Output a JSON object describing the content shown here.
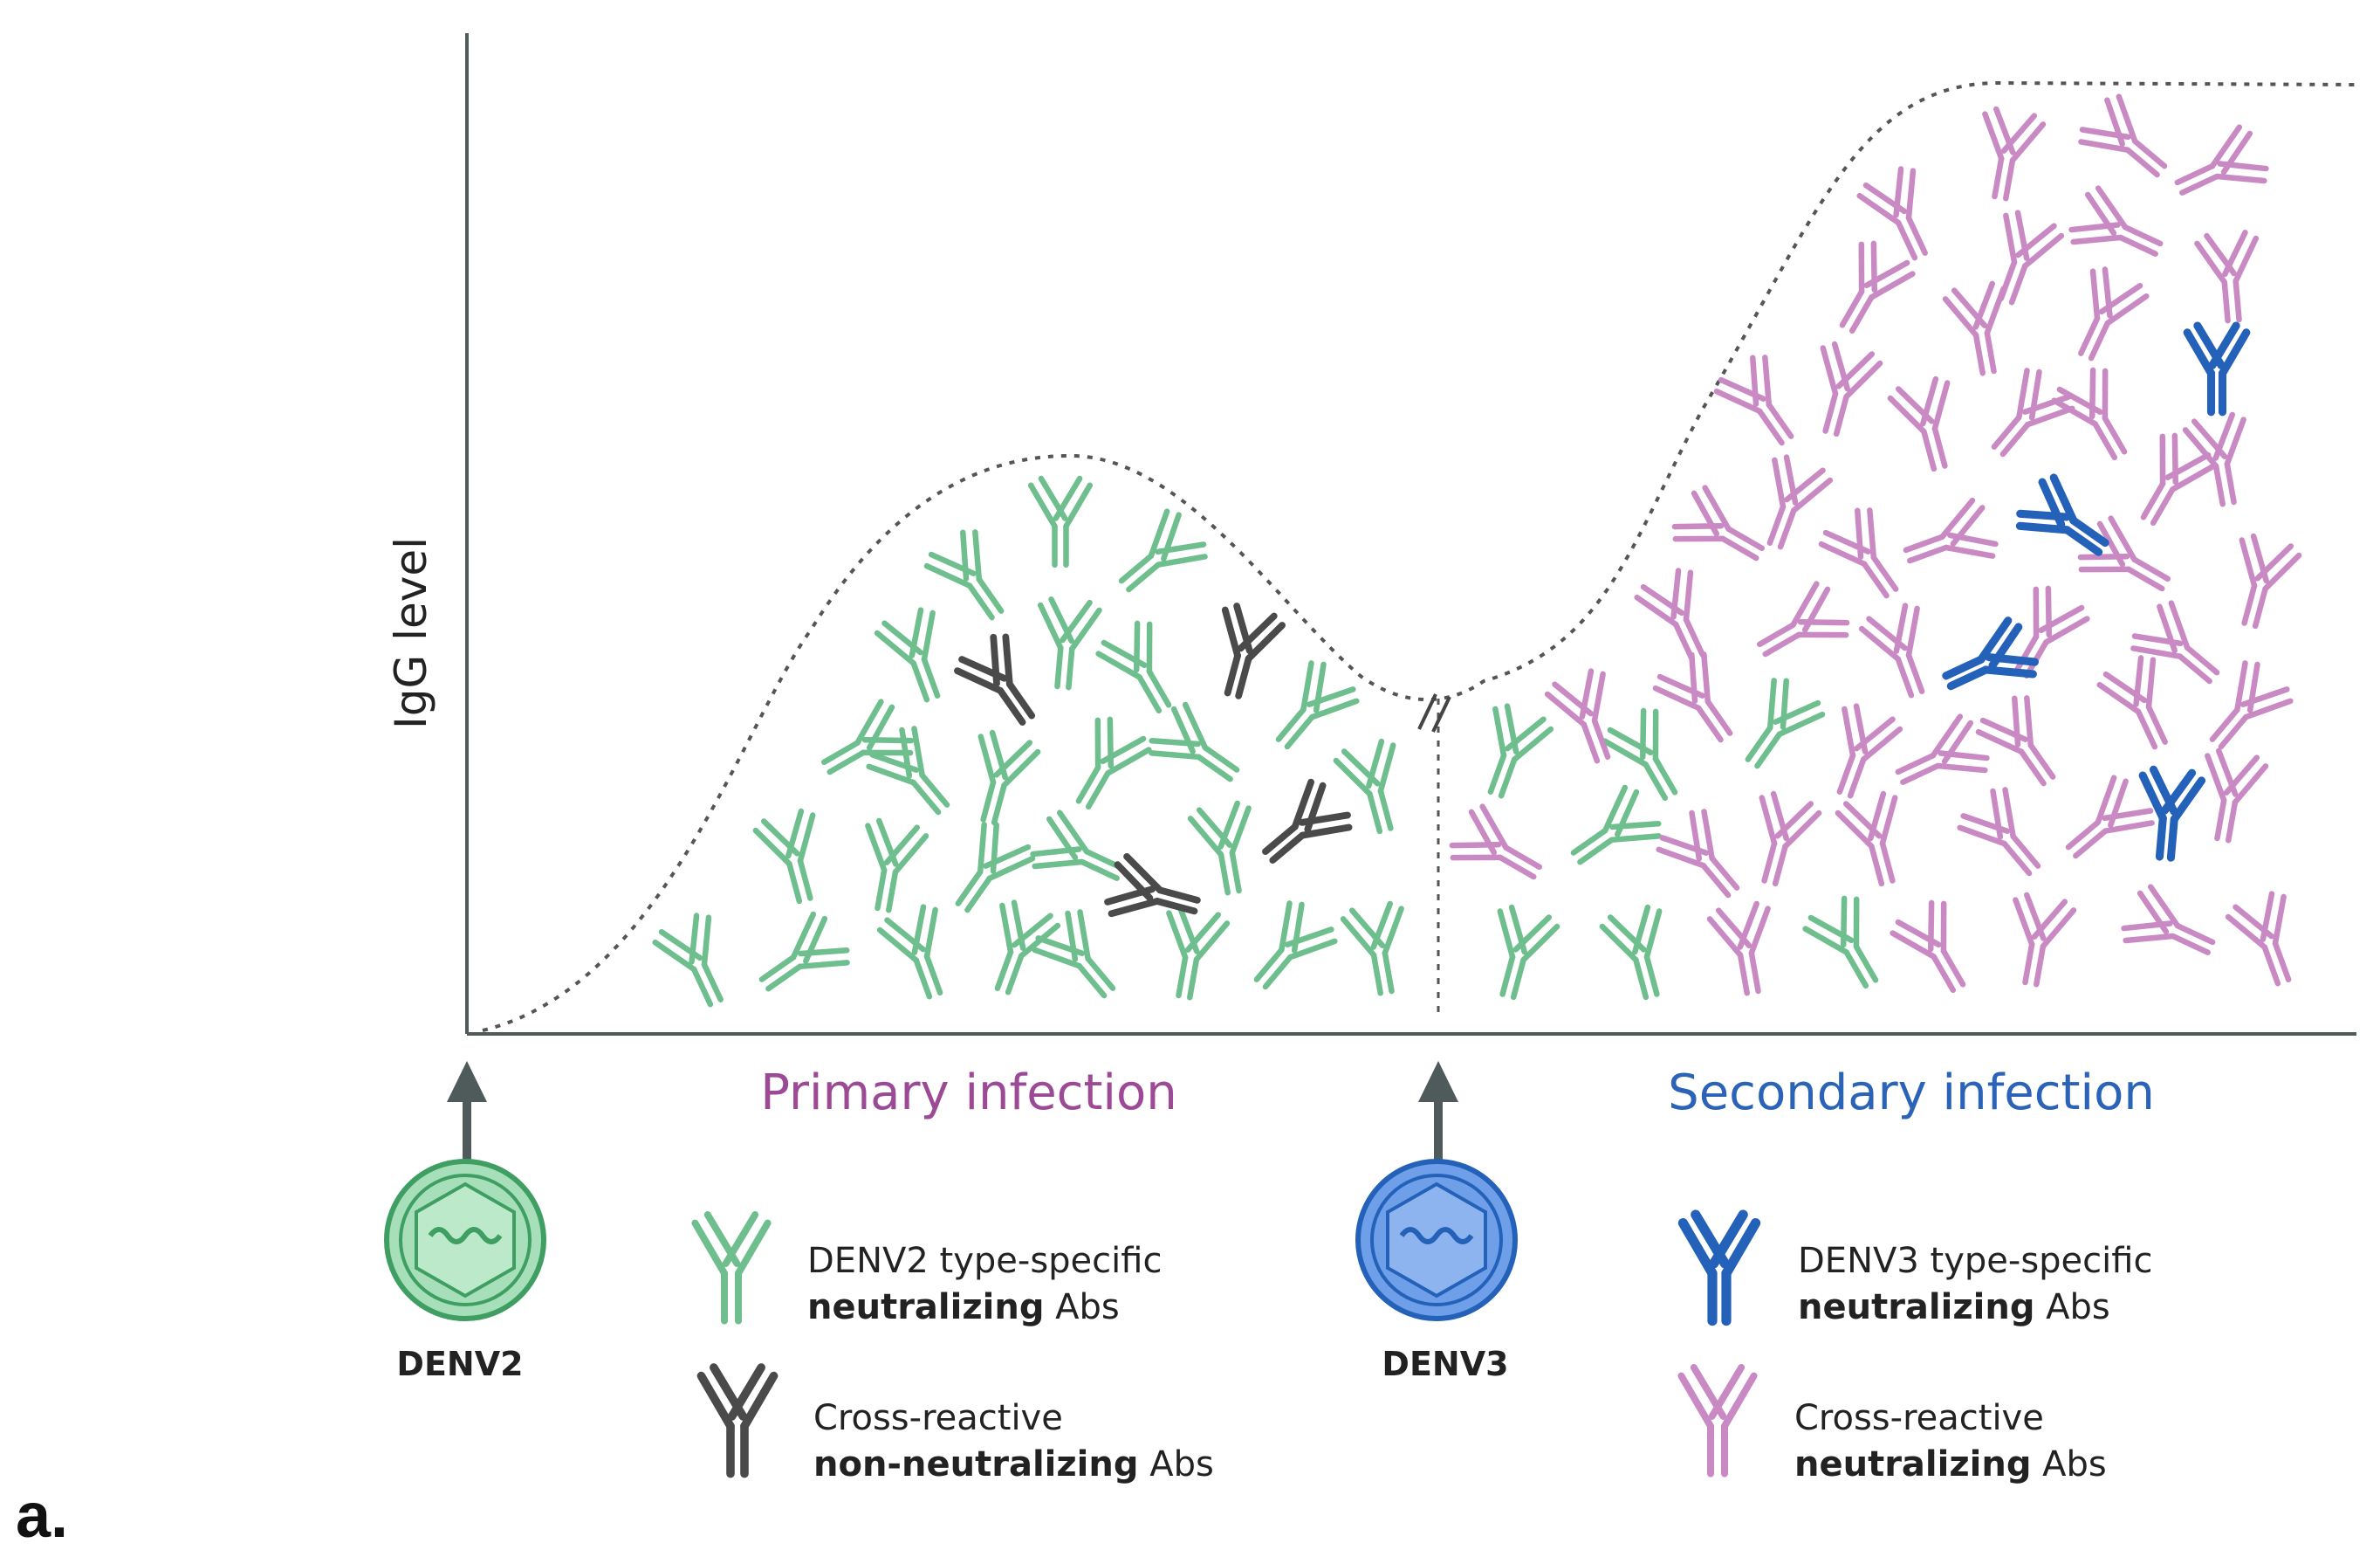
{
  "diagram": {
    "y_axis_label": "IgG level",
    "phases": {
      "primary": "Primary infection",
      "secondary": "Secondary infection"
    },
    "viruses": {
      "first": "DENV2",
      "second": "DENV3"
    },
    "legend": {
      "denv2_specific": {
        "line1": "DENV2 type-specific",
        "bold": "neutralizing",
        "rest": " Abs"
      },
      "cross_non_neutralizing": {
        "line1": "Cross-reactive",
        "bold": "non-neutralizing",
        "rest": " Abs"
      },
      "denv3_specific": {
        "line1": "DENV3 type-specific",
        "bold": "neutralizing",
        "rest": " Abs"
      },
      "cross_neutralizing": {
        "line1": "Cross-reactive",
        "bold": "neutralizing",
        "rest": " Abs"
      }
    },
    "panel_label": "a.",
    "colors": {
      "green": "#6fbf8e",
      "dark": "#4a4a4a",
      "blue": "#2461b8",
      "pink": "#c98ac4",
      "primary_text": "#9c4a96",
      "secondary_text": "#2a63b8",
      "axis": "#4f5a5a",
      "virus_green_fill": "#a8dfbb",
      "virus_green_stroke": "#3f9e62",
      "virus_blue_fill": "#6f9fe8",
      "virus_blue_stroke": "#2461b8"
    },
    "icons": [
      "antibody-icon",
      "virus-icon",
      "arrow-up-icon"
    ]
  }
}
